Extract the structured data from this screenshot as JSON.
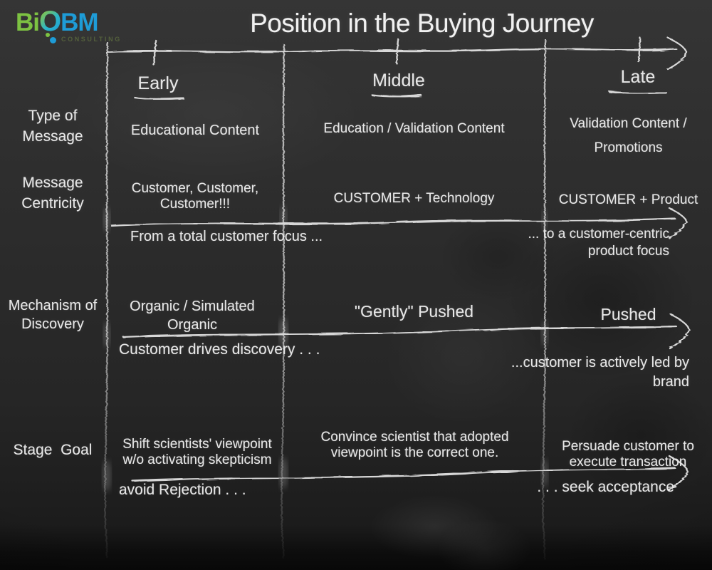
{
  "logo": {
    "text_bi": "Bi",
    "text_o": "O",
    "text_bm": "BM",
    "subtext": "CONSULTING"
  },
  "title": "Position in the Buying Journey",
  "timeline": {
    "stages": [
      {
        "label": "Early"
      },
      {
        "label": "Middle"
      },
      {
        "label": "Late"
      }
    ]
  },
  "grid": {
    "rows": [
      {
        "label": "Type of\nMessage",
        "cells": [
          "Educational Content",
          "Education / Validation Content",
          "Validation Content /\nPromotions"
        ]
      },
      {
        "label": "Message\nCentricity",
        "cells": [
          "Customer, Customer,\nCustomer!!!",
          "CUSTOMER + Technology",
          "CUSTOMER + Product"
        ],
        "arrow": {
          "left_label": "From a total customer focus ...",
          "right_label": "... to a customer-centric\nproduct focus"
        }
      },
      {
        "label": "Mechanism of\nDiscovery",
        "cells": [
          "Organic / Simulated\nOrganic",
          "\"Gently\" Pushed",
          "Pushed"
        ],
        "arrow": {
          "left_label": "Customer drives discovery . . .",
          "right_label": "...customer is actively led by\nbrand"
        }
      },
      {
        "label": "Stage  Goal",
        "cells": [
          "Shift scientists' viewpoint\nw/o activating skepticism",
          "Convince scientist that adopted\nviewpoint is the correct one.",
          "Persuade customer to\nexecute transaction"
        ],
        "arrow": {
          "left_label": "avoid Rejection . . .",
          "right_label": ". . . seek acceptance"
        }
      }
    ]
  },
  "colors": {
    "chalk": "#e7e7e7",
    "board": "#2b2b2b",
    "logo_green": "#7dc242",
    "logo_blue": "#1e9cd7"
  }
}
